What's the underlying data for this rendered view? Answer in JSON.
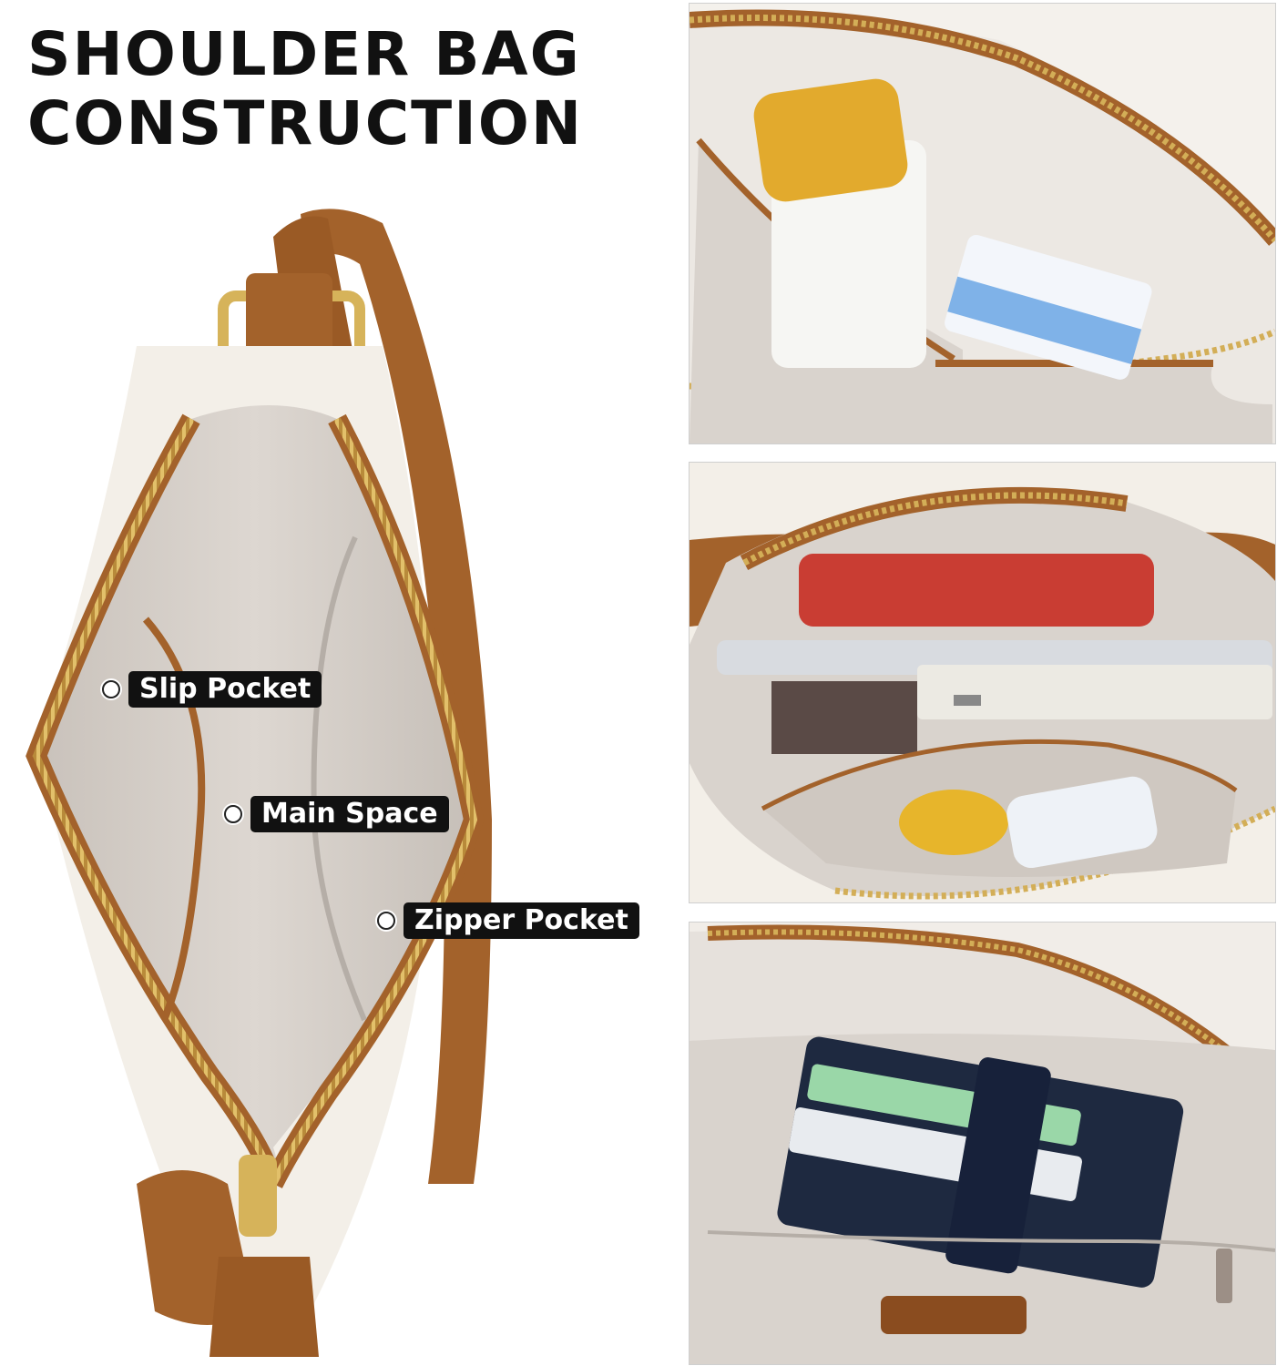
{
  "title": {
    "line1": "SHOULDER BAG",
    "line2": "CONSTRUCTION"
  },
  "callouts": [
    {
      "label": "Slip Pocket"
    },
    {
      "label": "Main Space"
    },
    {
      "label": "Zipper Pocket"
    }
  ],
  "panels": [
    {
      "content": "interior-slip-pocket-with-bottle-and-tissues"
    },
    {
      "content": "interior-main-space-with-phone-powerbank-wallet"
    },
    {
      "content": "interior-zipper-pocket-with-card-wallet"
    }
  ],
  "colors": {
    "leather": "#a3622b",
    "cream": "#f3efe8",
    "lining": "#d6d0ca",
    "zipper": "#c9a24a",
    "label_bg": "#111111"
  }
}
